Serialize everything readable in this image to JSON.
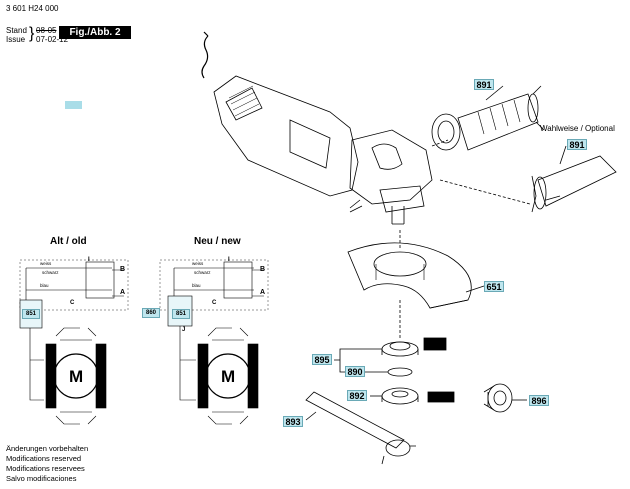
{
  "header": {
    "part_number": "3 601 H24 000",
    "stand_label": "Stand",
    "issue_label": "Issue",
    "stand_date": "08-05",
    "issue_date": "07-02-12",
    "figure_label": "Fig./Abb. 2"
  },
  "callouts": {
    "c891a": "891",
    "c891b": "891",
    "c651": "651",
    "c895": "895",
    "c890": "890",
    "c892": "892",
    "c896": "896",
    "c893": "893"
  },
  "optional_label": "Wahlweise / Optional",
  "circuits": {
    "old": {
      "title": "Alt / old",
      "wire_white": "weiss",
      "wire_black": "schwarz",
      "wire_blue": "blau",
      "terminal_b": "B",
      "terminal_a": "A",
      "contact_i": "I",
      "contact_c": "C",
      "component": "851",
      "motor": "M"
    },
    "new": {
      "title": "Neu / new",
      "wire_white": "weiss",
      "wire_black": "schwarz",
      "wire_blue": "blau",
      "terminal_b": "B",
      "terminal_a": "A",
      "contact_i": "I",
      "contact_c": "C",
      "contact_j": "J",
      "component": "851",
      "component_extra": "860",
      "motor": "M"
    }
  },
  "footer": {
    "line1": "Änderungen vorbehalten",
    "line2": "Modifications reserved",
    "line3": "Modifications reservees",
    "line4": "Salvo modificaciones"
  }
}
